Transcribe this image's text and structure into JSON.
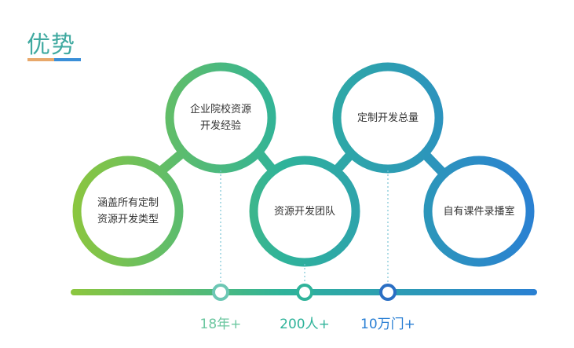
{
  "title": "优势",
  "colors": {
    "gradient_start": "#8cc63e",
    "gradient_mid": "#2fb39a",
    "gradient_end": "#2a7fd4",
    "title": "#3fa9a0",
    "stat1": "#6cc7a0",
    "stat2": "#2fb39a",
    "stat3": "#2a7fd4"
  },
  "circles": [
    {
      "lines": [
        "涵盖所有定制",
        "资源开发类型"
      ]
    },
    {
      "lines": [
        "企业院校资源",
        "开发经验"
      ]
    },
    {
      "lines": [
        "资源开发团队"
      ]
    },
    {
      "lines": [
        "定制开发总量"
      ]
    },
    {
      "lines": [
        "自有课件录播室"
      ]
    }
  ],
  "stats": [
    "18年+",
    "200人+",
    "10万门+"
  ]
}
